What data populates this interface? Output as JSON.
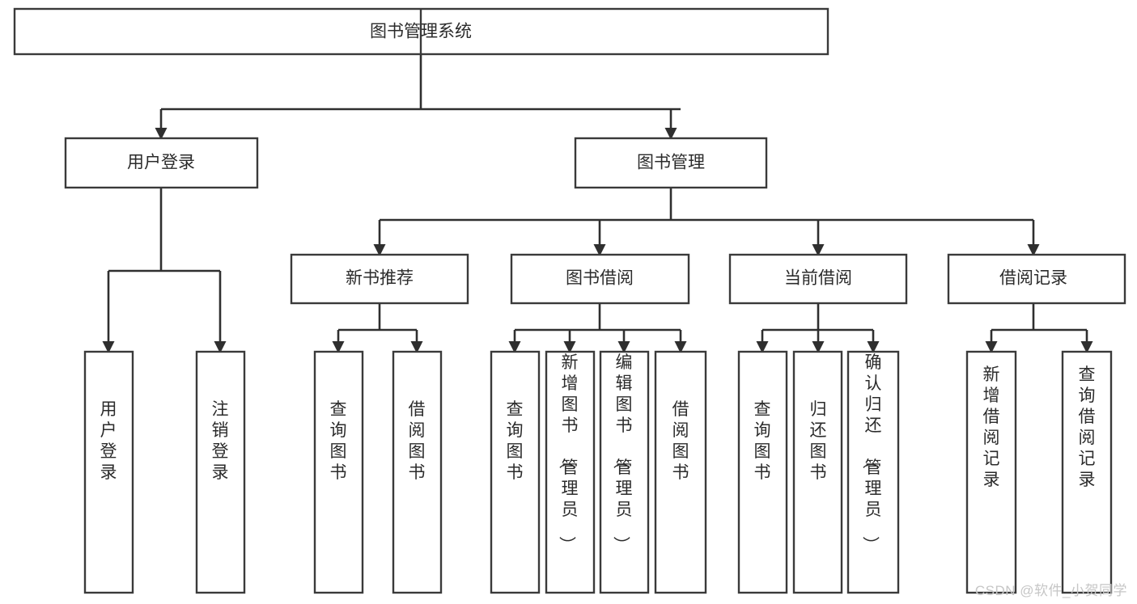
{
  "diagram": {
    "type": "tree",
    "title": "图书管理系统",
    "orientation": "top-down",
    "background_color": "#ffffff",
    "box_stroke_color": "#3a3a3a",
    "connector_color": "#2f2f2f",
    "text_color": "#2b2b2b"
  },
  "watermark": {
    "text": "CSDN @软件_小贺同学",
    "color": "#c6c6c6"
  },
  "nodes": {
    "root": {
      "label": "图书管理系统",
      "level": 0
    },
    "level1": [
      {
        "id": "user-login",
        "label": "用户登录"
      },
      {
        "id": "book-manage",
        "label": "图书管理"
      }
    ],
    "level2": [
      {
        "id": "new-book-recommend",
        "label": "新书推荐",
        "parent": "book-manage"
      },
      {
        "id": "book-borrow",
        "label": "图书借阅",
        "parent": "book-manage"
      },
      {
        "id": "current-borrow",
        "label": "当前借阅",
        "parent": "book-manage"
      },
      {
        "id": "borrow-record",
        "label": "借阅记录",
        "parent": "book-manage"
      }
    ],
    "leaves": [
      {
        "id": "leaf-user-login",
        "label": "用户登录",
        "parent": "user-login"
      },
      {
        "id": "leaf-user-logout",
        "label": "注销登录",
        "parent": "user-login"
      },
      {
        "id": "leaf-query-book-1",
        "label": "查询图书",
        "parent": "new-book-recommend"
      },
      {
        "id": "leaf-borrow-book-1",
        "label": "借阅图书",
        "parent": "new-book-recommend"
      },
      {
        "id": "leaf-query-book-2",
        "label": "查询图书",
        "parent": "book-borrow"
      },
      {
        "id": "leaf-add-book",
        "label": "新增图书（管理员）",
        "parent": "book-borrow"
      },
      {
        "id": "leaf-edit-book",
        "label": "编辑图书（管理员）",
        "parent": "book-borrow"
      },
      {
        "id": "leaf-borrow-book-2",
        "label": "借阅图书",
        "parent": "book-borrow"
      },
      {
        "id": "leaf-query-book-3",
        "label": "查询图书",
        "parent": "current-borrow"
      },
      {
        "id": "leaf-return-book",
        "label": "归还图书",
        "parent": "current-borrow"
      },
      {
        "id": "leaf-confirm-return",
        "label": "确认归还（管理员）",
        "parent": "current-borrow"
      },
      {
        "id": "leaf-add-record",
        "label": "新增借阅记录",
        "parent": "borrow-record"
      },
      {
        "id": "leaf-query-record",
        "label": "查询借阅记录",
        "parent": "borrow-record"
      }
    ]
  }
}
